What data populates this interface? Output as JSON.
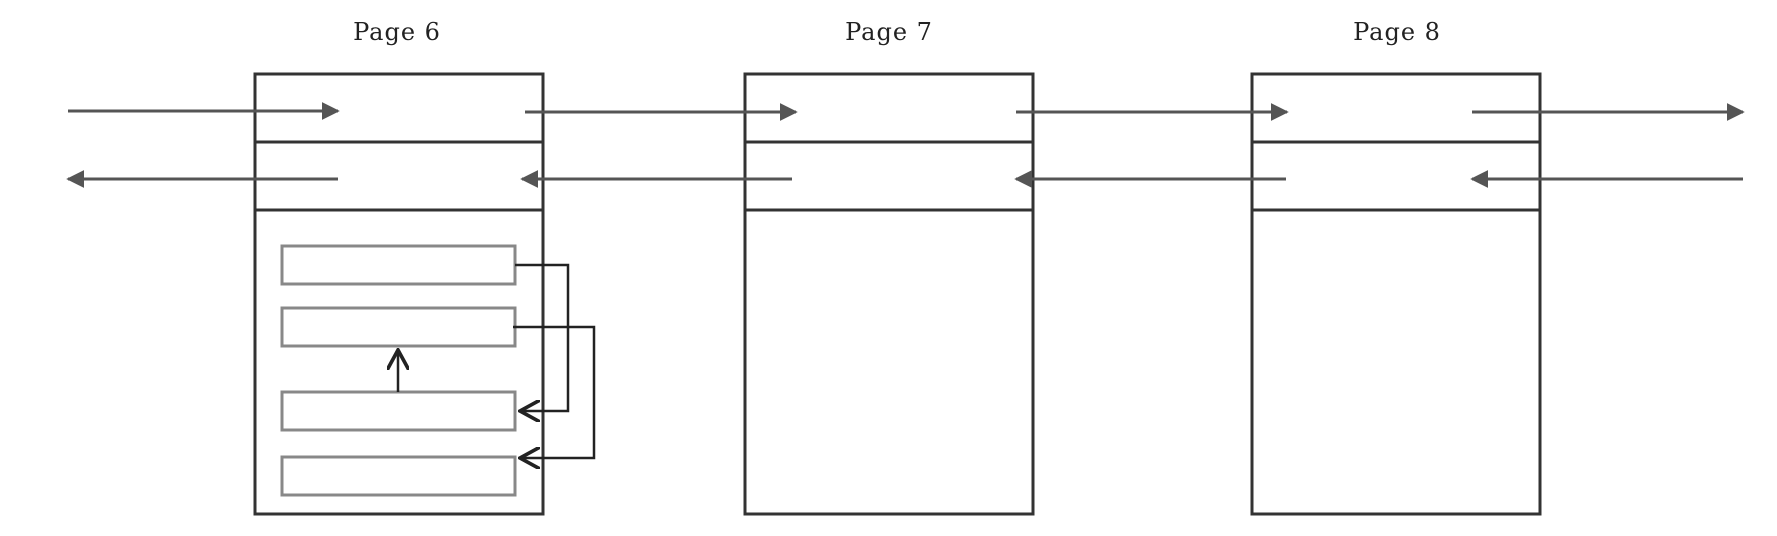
{
  "diagram": {
    "pages": [
      {
        "label": "Page 6"
      },
      {
        "label": "Page 7"
      },
      {
        "label": "Page 8"
      }
    ],
    "colors": {
      "page_border": "#333333",
      "link_arrow": "#555555",
      "record_border": "#888888",
      "pointer_arrow": "#222222"
    }
  }
}
